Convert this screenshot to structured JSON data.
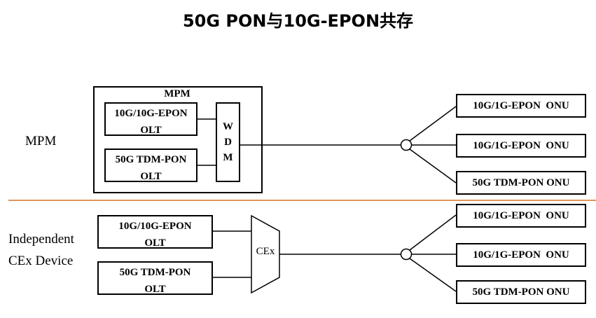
{
  "title": "50G PON与10G-EPON共存",
  "mpm_section": {
    "side_label": "MPM",
    "container_label": "MPM",
    "olt_top": {
      "line1": "10G/10G-EPON",
      "line2": "OLT"
    },
    "olt_bottom": {
      "line1": "50G TDM-PON",
      "line2": "OLT"
    },
    "wdm_letters": [
      "W",
      "D",
      "M"
    ],
    "onus": [
      "10G/1G-EPON  ONU",
      "10G/1G-EPON  ONU",
      "50G TDM-PON ONU"
    ]
  },
  "cex_section": {
    "side_label_line1": "Independent",
    "side_label_line2": "CEx Device",
    "cex_label": "CEx",
    "olt_top": {
      "line1": "10G/10G-EPON",
      "line2": "OLT"
    },
    "olt_bottom": {
      "line1": "50G TDM-PON",
      "line2": "OLT"
    },
    "onus": [
      "10G/1G-EPON  ONU",
      "10G/1G-EPON  ONU",
      "50G TDM-PON ONU"
    ]
  },
  "colors": {
    "divider": "#e0955c",
    "line": "#000000"
  }
}
